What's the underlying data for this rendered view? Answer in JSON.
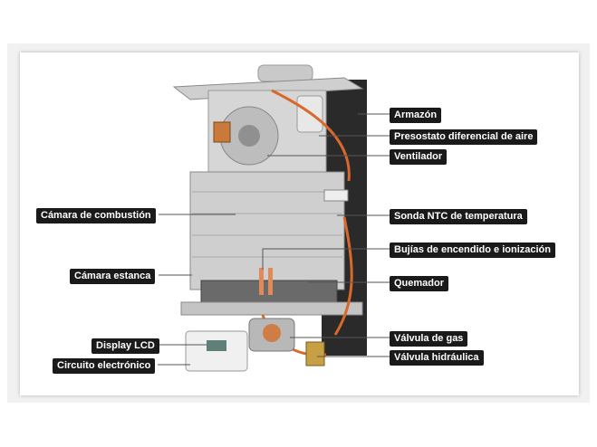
{
  "labels": {
    "armazon": "Armazón",
    "presostato": "Presostato diferencial de aire",
    "ventilador": "Ventilador",
    "camara_combustion": "Cámara de combustión",
    "sonda_ntc": "Sonda NTC de temperatura",
    "bujias": "Bujías de encendido e ionización",
    "camara_estanca": "Cámara estanca",
    "quemador": "Quemador",
    "display_lcd": "Display LCD",
    "valvula_gas": "Válvula de gas",
    "circuito": "Circuito electrónico",
    "valvula_hidraulica": "Válvula hidráulica"
  },
  "colors": {
    "label_bg": "#1a1a1a",
    "label_text": "#ffffff",
    "leader_line": "#555555",
    "copper_pipe": "#d9692a",
    "panel": "#b9b9b9"
  }
}
